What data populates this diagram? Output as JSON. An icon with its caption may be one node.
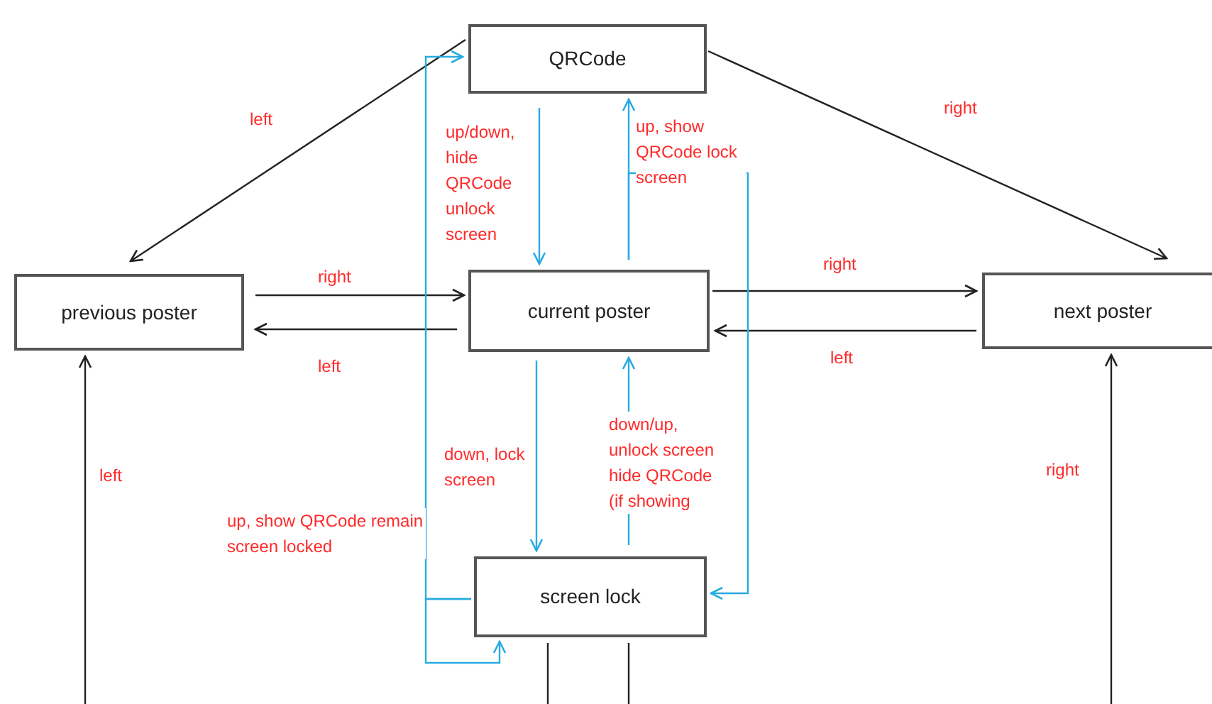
{
  "diagram": {
    "nodes": [
      {
        "text": [
          "QRCode"
        ]
      },
      {
        "text": [
          "previous poster"
        ]
      },
      {
        "text": [
          "current poster"
        ]
      },
      {
        "text": [
          "next poster"
        ]
      },
      {
        "text": [
          "screen lock"
        ]
      }
    ],
    "edges": [
      {
        "from": 0,
        "to": 1,
        "arrow": "to",
        "label": "left"
      },
      {
        "from": 0,
        "to": 3,
        "arrow": "to",
        "label": "right"
      },
      {
        "from": 1,
        "to": 2,
        "arrow": "to",
        "label": "right"
      },
      {
        "from": 2,
        "to": 1,
        "arrow": "to",
        "label": "left"
      },
      {
        "from": 2,
        "to": 3,
        "arrow": "to",
        "label": "right"
      },
      {
        "from": 3,
        "to": 2,
        "arrow": "to",
        "label": "left"
      },
      {
        "from": 0,
        "to": 2,
        "arrow": "to",
        "label": "up/down, hide QRCode unlock screen",
        "color": "#29abe2"
      },
      {
        "from": 2,
        "to": 0,
        "arrow": "to",
        "label": "up, show QRCode lock screen",
        "color": "#29abe2"
      },
      {
        "from": 2,
        "to": 4,
        "arrow": "to",
        "label": "down, lock screen",
        "color": "#29abe2"
      },
      {
        "from": 4,
        "to": 2,
        "arrow": "to",
        "label": "down/up, unlock screen hide QRCode (if showing",
        "color": "#29abe2"
      },
      {
        "from": 2,
        "to": 4,
        "arrow": "to",
        "color": "#29abe2"
      },
      {
        "from": 4,
        "to": 0,
        "arrow": "to",
        "label": "up, show QRCode remain screen locked",
        "color": "#29abe2"
      },
      {
        "from": 4,
        "to": 4,
        "arrow": "to",
        "color": "#29abe2"
      },
      {
        "from": null,
        "to": 1,
        "arrow": "to",
        "label": "left"
      },
      {
        "from": null,
        "to": 3,
        "arrow": "to",
        "label": "right"
      },
      {
        "from": 4,
        "to": null,
        "arrow": "none"
      },
      {
        "from": 4,
        "to": null,
        "arrow": "none"
      }
    ]
  }
}
